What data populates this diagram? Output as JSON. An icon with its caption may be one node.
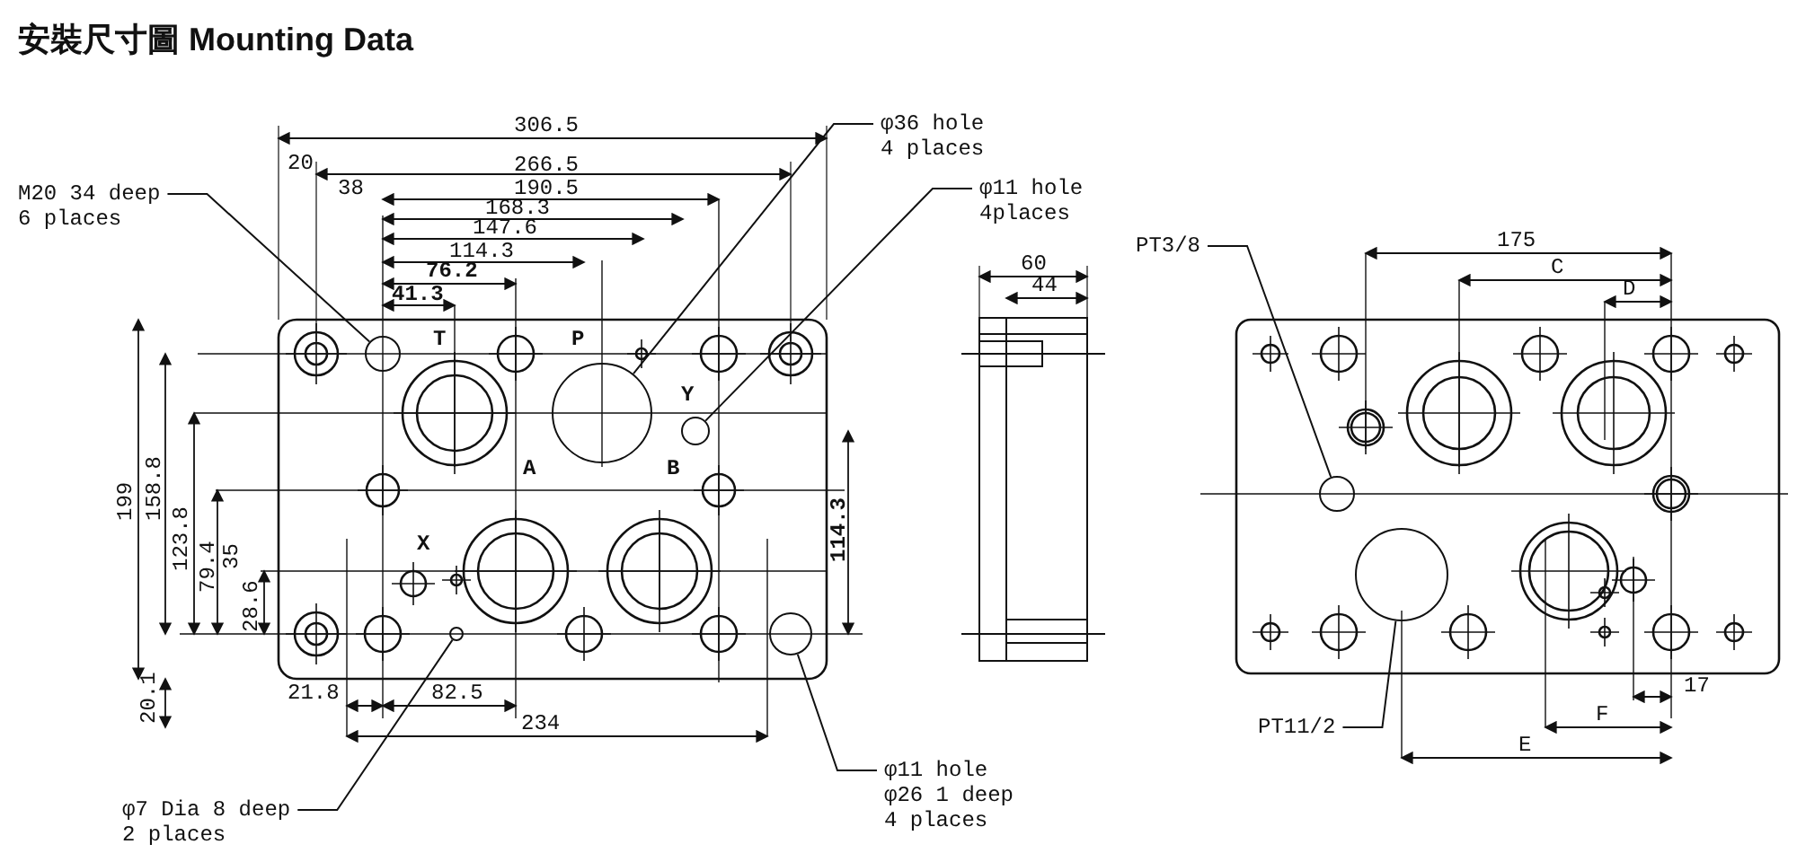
{
  "diagram": {
    "title": "安裝尺寸圖 Mounting Data",
    "nodes": [
      {
        "text": [
          "M20 34 deep 6 places"
        ]
      },
      {
        "text": [],
        "shape": "circle"
      },
      {
        "text": [
          "φ36 hole 4 places"
        ]
      },
      {
        "text": [],
        "shape": "circle"
      },
      {
        "text": [
          "φ11 hole 4places"
        ]
      },
      {
        "text": [],
        "shape": "circle"
      },
      {
        "text": [
          "φ7 Dia 8 deep 2 places"
        ]
      },
      {
        "text": [],
        "shape": "circle"
      },
      {
        "text": [
          "φ11 hole φ26 1 deep 4 places"
        ]
      },
      {
        "text": [],
        "shape": "circle"
      },
      {
        "text": [
          "PT3/8"
        ]
      },
      {
        "text": [],
        "shape": "circle"
      },
      {
        "text": [
          "PT11/2"
        ]
      },
      {
        "text": [],
        "shape": "circle"
      }
    ],
    "edges": [
      {
        "from": 0,
        "to": 1,
        "arrow": "none"
      },
      {
        "from": 2,
        "to": 3,
        "arrow": "none"
      },
      {
        "from": 4,
        "to": 5,
        "arrow": "none"
      },
      {
        "from": 6,
        "to": 7,
        "arrow": "none"
      },
      {
        "from": 8,
        "to": 9,
        "arrow": "none"
      },
      {
        "from": 10,
        "to": 11,
        "arrow": "none"
      },
      {
        "from": 12,
        "to": 13,
        "arrow": "none"
      }
    ],
    "labels": [
      "306.5",
      "20",
      "266.5",
      "38",
      "190.5",
      "168.3",
      "147.6",
      "114.3",
      "76.2",
      "41.3",
      "T",
      "P",
      "Y",
      "A",
      "B",
      "X",
      "199",
      "158.8",
      "123.8",
      "79.4",
      "35",
      "28.6",
      "114.3",
      "20.1",
      "21.8",
      "82.5",
      "234",
      "60",
      "44",
      "175",
      "C",
      "D",
      "17",
      "F",
      "E"
    ]
  }
}
